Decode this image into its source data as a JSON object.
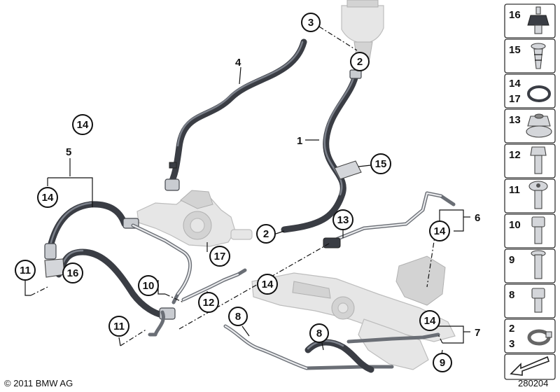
{
  "callouts": {
    "c3_top": "3",
    "c2_top": "2",
    "c14_a": "14",
    "c14_b": "14",
    "c11_a": "11",
    "c16": "16",
    "c10": "10",
    "c12": "12",
    "c17": "17",
    "c2_mid": "2",
    "c13": "13",
    "c14_c": "14",
    "c14_d": "14",
    "c14_e": "14",
    "c15": "15",
    "c11_b": "11",
    "c8_a": "8",
    "c8_b": "8",
    "c9": "9"
  },
  "labels": {
    "n4": "4",
    "n1": "1",
    "n5": "5",
    "n6": "6",
    "n7": "7"
  },
  "legend": [
    {
      "top": "16",
      "bottom": "",
      "icon": "rubber-mount-icon"
    },
    {
      "top": "15",
      "bottom": "",
      "icon": "expanding-rivet-icon"
    },
    {
      "top": "14",
      "bottom": "17",
      "icon": "o-ring-icon"
    },
    {
      "top": "13",
      "bottom": "",
      "icon": "flange-nut-icon"
    },
    {
      "top": "12",
      "bottom": "",
      "icon": "hex-bolt-icon"
    },
    {
      "top": "11",
      "bottom": "",
      "icon": "torx-screw-icon"
    },
    {
      "top": "10",
      "bottom": "",
      "icon": "socket-screw-icon"
    },
    {
      "top": "9",
      "bottom": "",
      "icon": "bolt-icon"
    },
    {
      "top": "8",
      "bottom": "",
      "icon": "socket-screw-short-icon"
    },
    {
      "top": "2",
      "bottom": "3",
      "icon": "hose-clamp-icon"
    },
    {
      "top": "",
      "bottom": "",
      "icon": "direction-arrow-icon"
    }
  ],
  "footer": {
    "copyright": "© 2011 BMW AG",
    "image_number": "280204"
  }
}
